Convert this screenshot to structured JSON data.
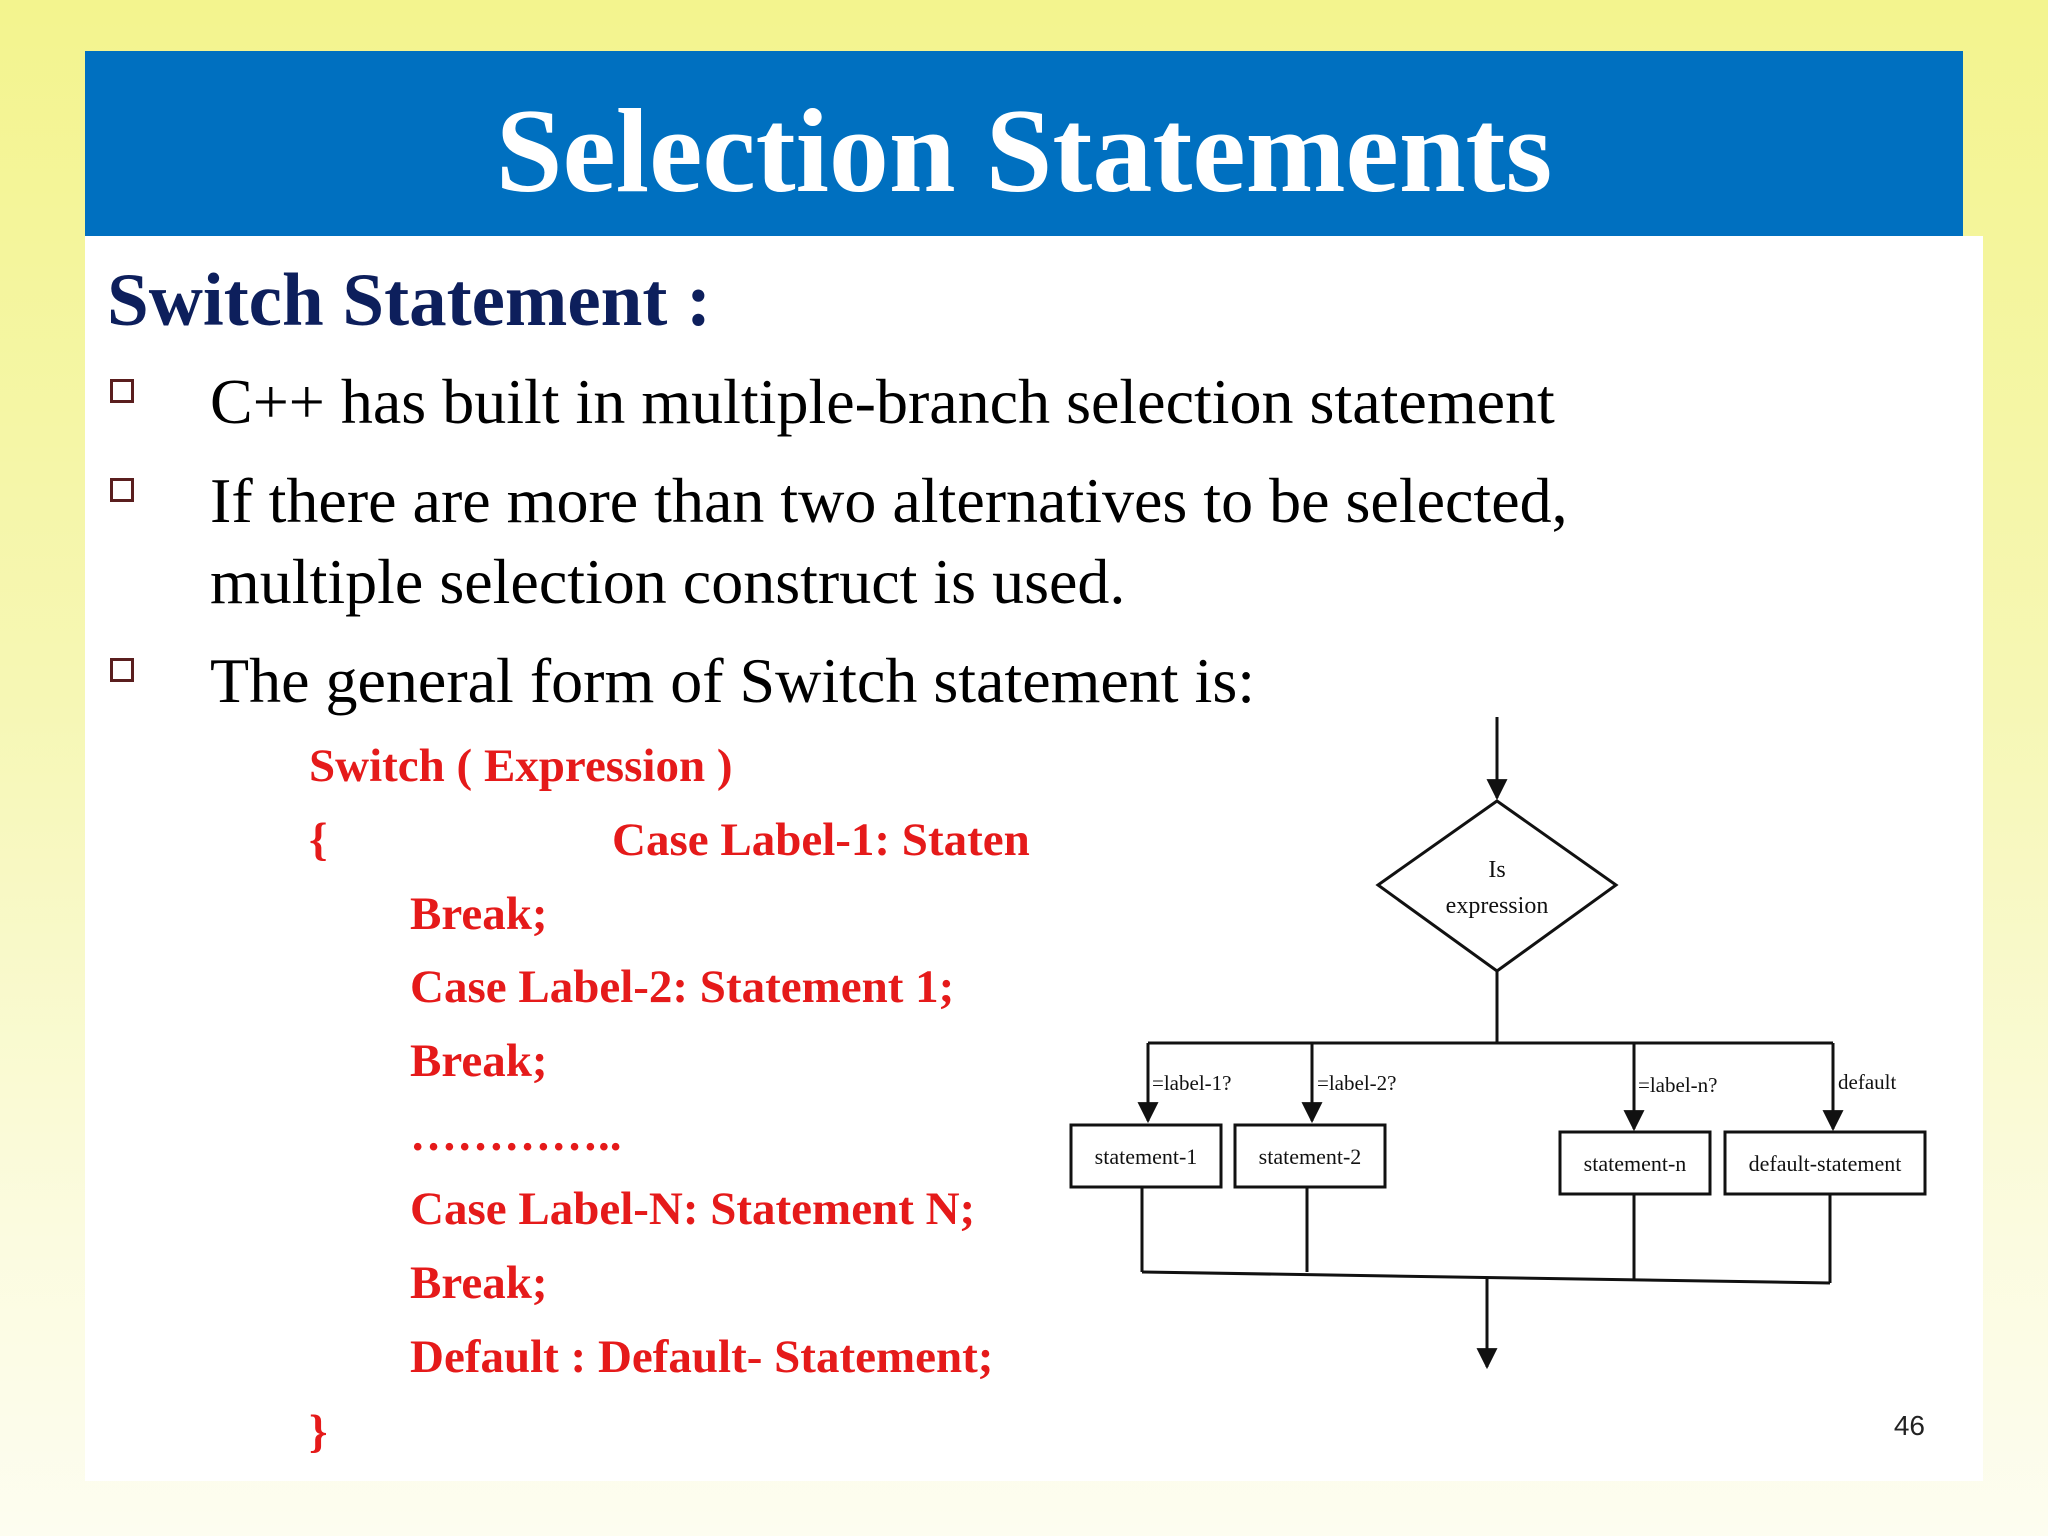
{
  "slide": {
    "title": "Selection Statements",
    "subtitle": "Switch Statement :",
    "bullets": [
      {
        "line1": "C++ has built in multiple-branch selection statement",
        "line2": ""
      },
      {
        "line1": "If there are more than two alternatives to be selected,",
        "line2": "multiple selection construct is used."
      },
      {
        "line1": "The general form of Switch statement is:",
        "line2": ""
      }
    ],
    "code_lines": {
      "switch": "Switch ( Expression )",
      "open_brace": "{",
      "case1": "Case Label-1: Staten",
      "break1": "Break;",
      "case2": "Case Label-2: Statement 1;",
      "break2": "Break;",
      "ellipsis": "…………..",
      "caseN": "Case Label-N: Statement N;",
      "breakN": "Break;",
      "default": "Default : Default- Statement;",
      "close_brace": "}"
    },
    "page_number": "46"
  },
  "flowchart": {
    "decision_line1": "Is",
    "decision_line2": "expression",
    "branch_labels": [
      "=label-1?",
      "=label-2?",
      "=label-n?",
      "default"
    ],
    "statement_boxes": [
      "statement-1",
      "statement-2",
      "statement-n",
      "default-statement"
    ]
  }
}
